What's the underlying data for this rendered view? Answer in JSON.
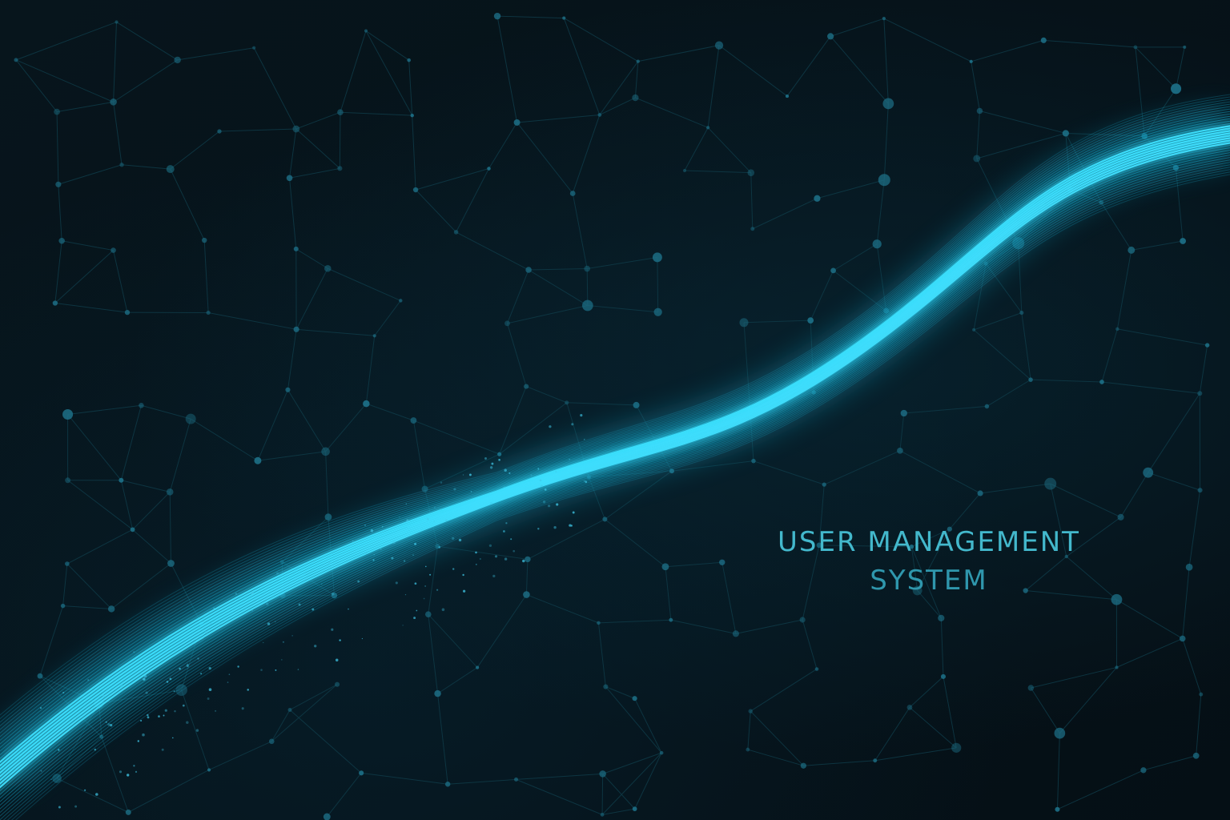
{
  "title": {
    "line1": "USER MANAGEMENT",
    "line2": "SYSTEM"
  },
  "colors": {
    "background": "#06131a",
    "title_line1": "#43b8cc",
    "title_line2": "#2f97ad",
    "wave_core": "#3fe0ff",
    "wave_strand": "#1aa9cc",
    "network_node": "#1d6f86",
    "network_line": "#0f3a47"
  },
  "decor": {
    "background_pattern": "network-nodes",
    "accent": "flowing-light-wave"
  }
}
